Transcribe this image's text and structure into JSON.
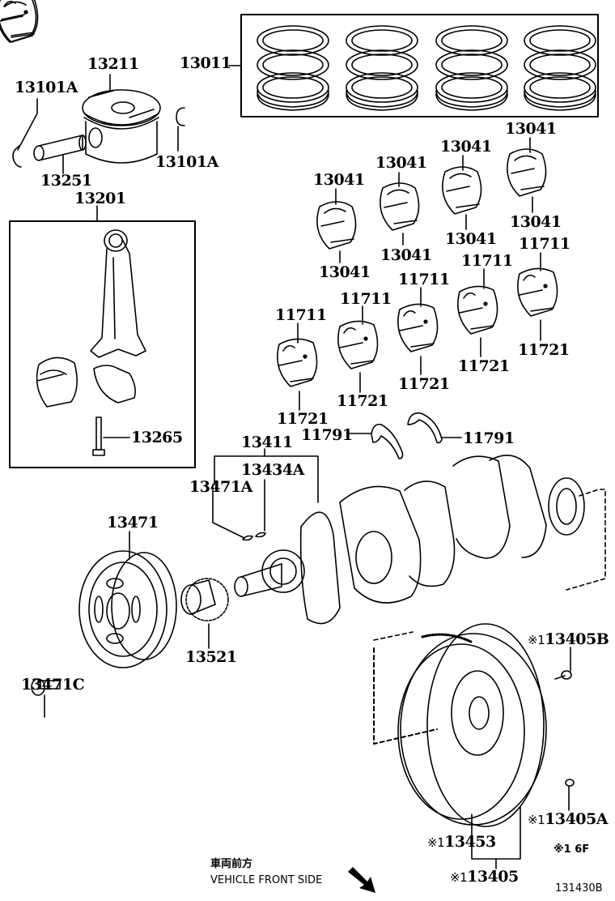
{
  "diagram": {
    "title": "Crankshaft & Piston parts diagram",
    "figure_id": "131430B",
    "note_mark": "※1",
    "note_text": "6F",
    "direction": {
      "jp": "車両前方",
      "en": "VEHICLE FRONT SIDE"
    },
    "labels": {
      "piston_ring_set": "13011",
      "piston": "13211",
      "snap_ring_left": "13101A",
      "snap_ring_right": "13101A",
      "piston_pin": "13251",
      "connecting_rod_assy": "13201",
      "rod_bolt": "13265",
      "rod_bearing_1_top": "13041",
      "rod_bearing_1_bottom": "13041",
      "rod_bearing_2_top": "13041",
      "rod_bearing_2_bottom": "13041",
      "rod_bearing_3_top": "13041",
      "rod_bearing_3_bottom": "13041",
      "rod_bearing_4_top": "13041",
      "rod_bearing_4_bottom": "13041",
      "main_bearing_1_top": "11711",
      "main_bearing_1_bottom": "11721",
      "main_bearing_2_top": "11711",
      "main_bearing_2_bottom": "11721",
      "main_bearing_3_top": "11711",
      "main_bearing_3_bottom": "11721",
      "main_bearing_4_top": "11711",
      "main_bearing_4_bottom": "11721",
      "main_bearing_5_top": "11711",
      "main_bearing_5_bottom": "11721",
      "thrust_washer_left": "11791",
      "thrust_washer_right": "11791",
      "crankshaft": "13411",
      "crank_key_a": "13434A",
      "pulley_key": "13471A",
      "crank_pulley": "13471",
      "pulley_bolt": "13471C",
      "crank_sprocket": "13521",
      "flywheel_bolt": "13405B",
      "flywheel_pin": "13405A",
      "ring_gear": "13453",
      "flywheel_assy": "13405"
    },
    "mark_prefix": "※1"
  }
}
